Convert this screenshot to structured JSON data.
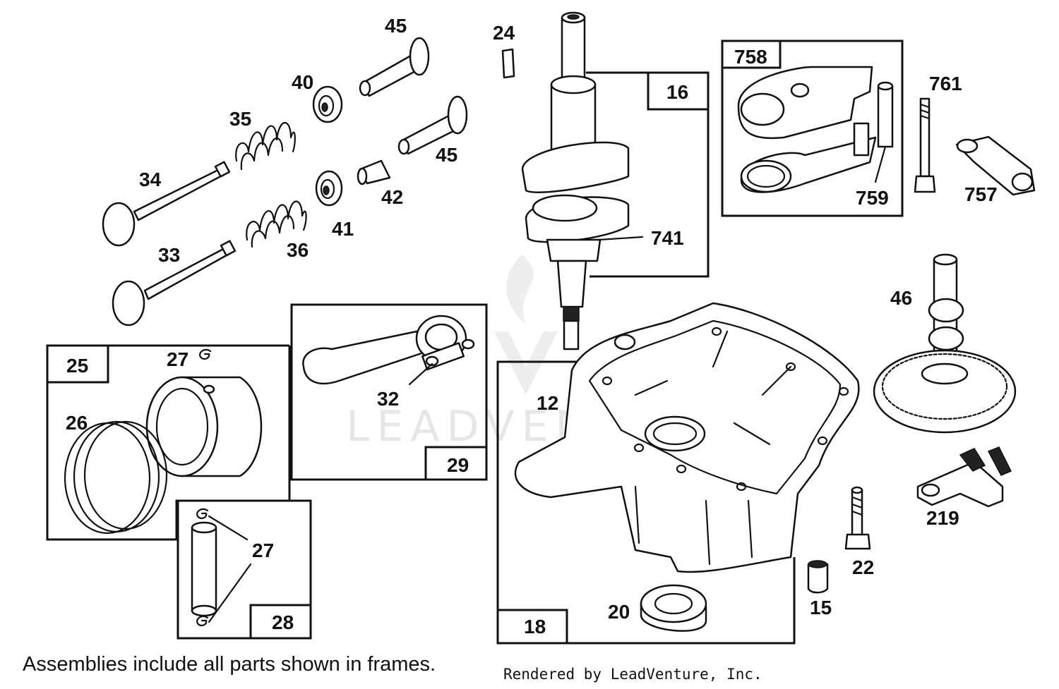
{
  "diagram": {
    "callouts": [
      {
        "id": "45a",
        "text": "45"
      },
      {
        "id": "24",
        "text": "24"
      },
      {
        "id": "40",
        "text": "40"
      },
      {
        "id": "35",
        "text": "35"
      },
      {
        "id": "45b",
        "text": "45"
      },
      {
        "id": "34",
        "text": "34"
      },
      {
        "id": "42",
        "text": "42"
      },
      {
        "id": "33",
        "text": "33"
      },
      {
        "id": "36",
        "text": "36"
      },
      {
        "id": "41",
        "text": "41"
      },
      {
        "id": "16",
        "text": "16"
      },
      {
        "id": "741",
        "text": "741"
      },
      {
        "id": "758",
        "text": "758"
      },
      {
        "id": "759",
        "text": "759"
      },
      {
        "id": "761",
        "text": "761"
      },
      {
        "id": "757",
        "text": "757"
      },
      {
        "id": "46",
        "text": "46"
      },
      {
        "id": "25",
        "text": "25"
      },
      {
        "id": "27a",
        "text": "27"
      },
      {
        "id": "26",
        "text": "26"
      },
      {
        "id": "32",
        "text": "32"
      },
      {
        "id": "29",
        "text": "29"
      },
      {
        "id": "12",
        "text": "12"
      },
      {
        "id": "27b",
        "text": "27"
      },
      {
        "id": "28",
        "text": "28"
      },
      {
        "id": "22",
        "text": "22"
      },
      {
        "id": "219",
        "text": "219"
      },
      {
        "id": "15",
        "text": "15"
      },
      {
        "id": "20",
        "text": "20"
      },
      {
        "id": "18",
        "text": "18"
      }
    ],
    "watermark": "LEADVENTURE"
  },
  "footer": {
    "note": "Assemblies include all parts shown in frames.",
    "rendered_by": "Rendered by LeadVenture, Inc."
  }
}
